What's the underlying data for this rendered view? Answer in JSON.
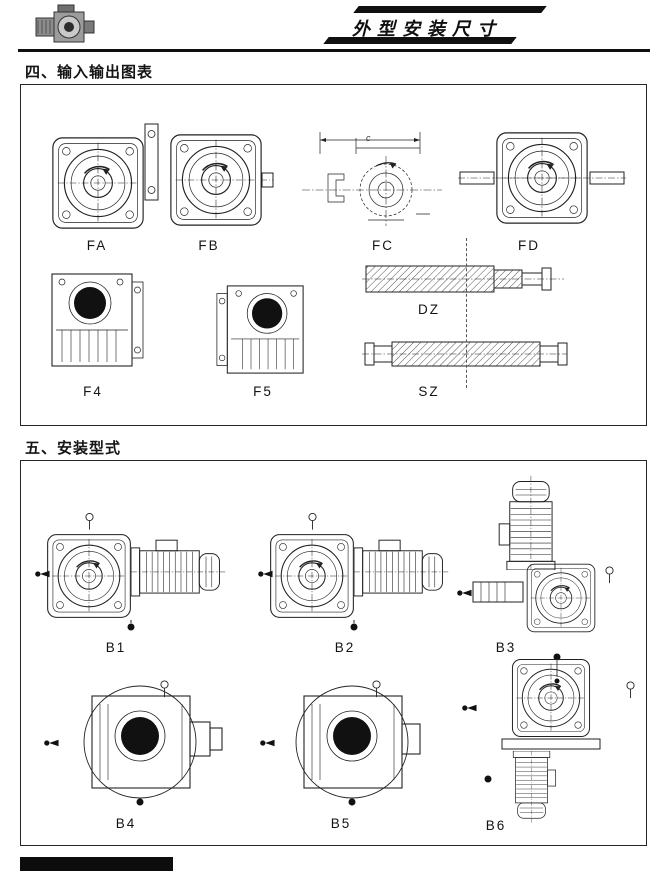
{
  "header": {
    "banner_title": "外型安装尺寸"
  },
  "sections": {
    "io": {
      "heading": "四、输入输出图表",
      "figures": [
        {
          "label": "FA"
        },
        {
          "label": "FB"
        },
        {
          "label": "FC"
        },
        {
          "label": "FD"
        },
        {
          "label": "F4"
        },
        {
          "label": "F5"
        },
        {
          "label": "DZ"
        },
        {
          "label": "SZ"
        }
      ],
      "fc_dimension_label": "c"
    },
    "mounting": {
      "heading": "五、安装型式",
      "figures": [
        {
          "label": "B1"
        },
        {
          "label": "B2"
        },
        {
          "label": "B3"
        },
        {
          "label": "B4"
        },
        {
          "label": "B5"
        },
        {
          "label": "B6"
        }
      ]
    }
  },
  "colors": {
    "ink": "#222222",
    "banner_bar": "#101010",
    "frame_line": "#262626"
  }
}
